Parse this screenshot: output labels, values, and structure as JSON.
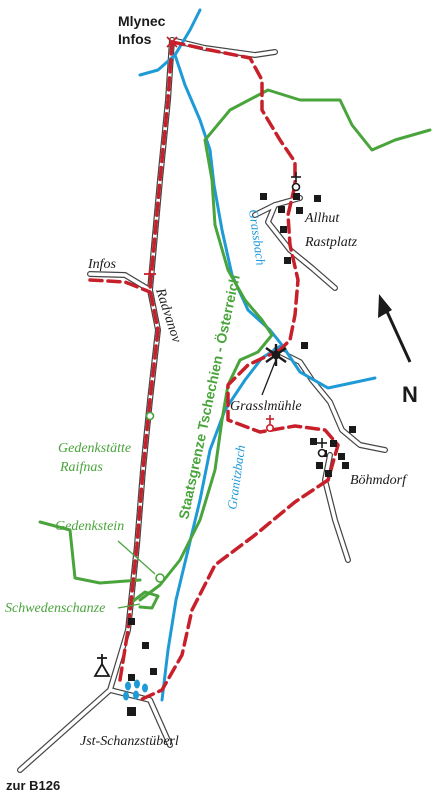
{
  "labels": {
    "mlynec": "Mlynec",
    "infos_top": "Infos",
    "infos_left": "Infos",
    "allhut": "Allhut",
    "rastplatz": "Rastplatz",
    "radvanov": "Radvanov",
    "grassbach": "Grassbach",
    "border": "Staatsgrenze Tschechien - Österreich",
    "grasslmuehle": "Grasslmühle",
    "gedenkstaette_1": "Gedenkstätte",
    "gedenkstaette_2": "Raifnas",
    "boehmdorf": "Böhmdorf",
    "granitzbach": "Granitzbach",
    "gedenkstein": "Gedenkstein",
    "schwedenschanze": "Schwedenschanze",
    "schanzstueberl": "Jst-Schanzstüberl",
    "zur_b126": "zur B126",
    "north": "N"
  },
  "colors": {
    "route": "#c8202a",
    "road": "#444444",
    "river": "#1e9ad6",
    "border": "#4aa43c",
    "green_text": "#4aa43c",
    "blue_text": "#1e9ad6",
    "ink": "#1a1a1a"
  }
}
